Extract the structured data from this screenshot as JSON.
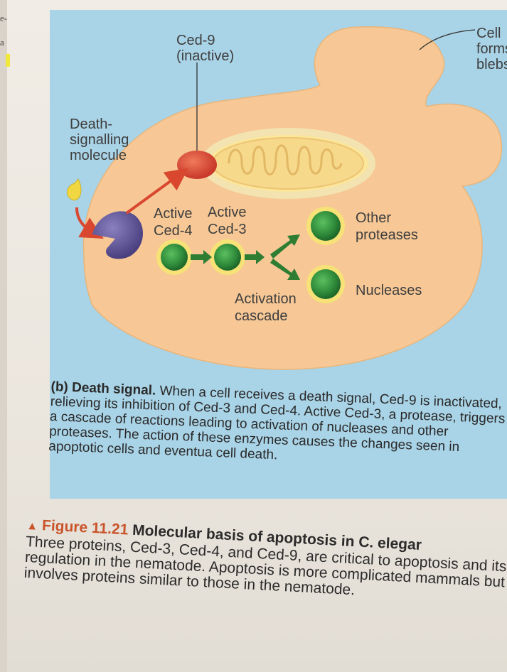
{
  "margin": {
    "top_char": "e-",
    "second_char": "a"
  },
  "diagram": {
    "labels": {
      "ced9": "Ced-9",
      "ced9_state": "(inactive)",
      "cell_forms": "Cell",
      "cell_forms_2": "forms",
      "cell_forms_3": "blebs",
      "death_1": "Death-",
      "death_2": "signalling",
      "death_3": "molecule",
      "active_ced4_1": "Active",
      "active_ced4_2": "Ced-4",
      "active_ced3_1": "Active",
      "active_ced3_2": "Ced-3",
      "other_1": "Other",
      "other_2": "proteases",
      "nucleases": "Nucleases",
      "activation_1": "Activation",
      "activation_2": "cascade"
    },
    "colors": {
      "panel": "#a9d3e6",
      "cell": "#f7c896",
      "mito": "#f7d98c",
      "ced9": "#d9472f",
      "receptor": "#5a4f8f",
      "signal": "#f1d843",
      "protein": "#2e8a3a",
      "arrow_red": "#d9472f",
      "arrow_green": "#2e7d32"
    }
  },
  "caption_b": {
    "tag": "(b) Death signal.",
    "text": "When a cell receives a death signal, Ced-9 is inactivated, relieving its inhibition of Ced-3 and Ced-4. Active Ced-3, a protease, triggers a cascade of reactions leading to activation of nucleases and other proteases. The action of these enzymes causes the changes seen in apoptotic cells and eventua cell death."
  },
  "figure": {
    "marker": "▲",
    "number": "Figure 11.21",
    "title": "Molecular basis of apoptosis in C. elegar",
    "text": "Three proteins, Ced-3, Ced-4, and Ced-9, are critical to apoptosis and its regulation in the nematode. Apoptosis is more complicated mammals but involves proteins similar to those in the nematode."
  }
}
